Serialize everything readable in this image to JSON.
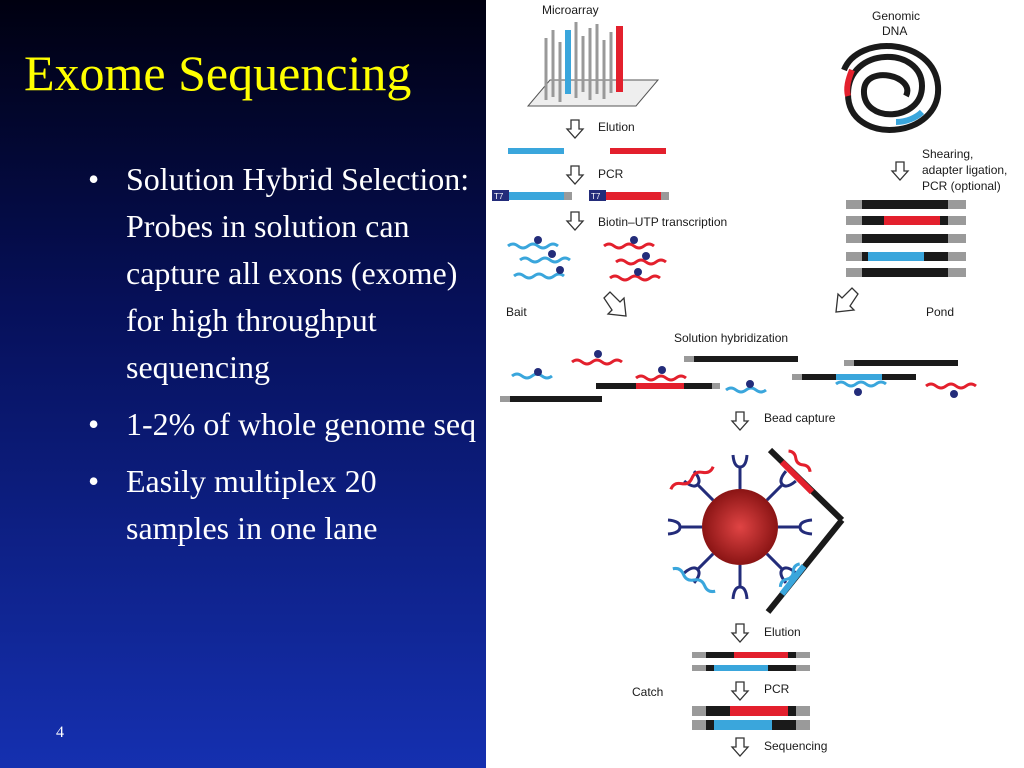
{
  "slide": {
    "title": "Exome Sequencing",
    "page_number": "4",
    "bullets": [
      {
        "text": "Solution Hybrid Selection: Probes in solution can capture all exons (exome) for high throughput sequencing"
      },
      {
        "text": "1-2% of whole genome seq"
      },
      {
        "text": "Easily multiplex 20 samples in one lane"
      }
    ]
  },
  "figure": {
    "labels": {
      "microarray": "Microarray",
      "genomic_dna_1": "Genomic",
      "genomic_dna_2": "DNA",
      "elution": "Elution",
      "pcr": "PCR",
      "t7": "T7",
      "transcription": "Biotin–UTP transcription",
      "shearing_1": "Shearing,",
      "shearing_2": "adapter ligation,",
      "shearing_3": "PCR (optional)",
      "bait": "Bait",
      "pond": "Pond",
      "hybridization": "Solution hybridization",
      "bead_capture": "Bead capture",
      "elution_2": "Elution",
      "catch": "Catch",
      "pcr_2": "PCR",
      "sequencing": "Sequencing"
    },
    "colors": {
      "exon_red": "#e3202d",
      "exon_blue": "#3aa6dc",
      "dna_black": "#1a1a1a",
      "adapter_gray": "#9a9a9a",
      "biotin_navy": "#232c7a",
      "bead_red": "#9b1b1b"
    }
  }
}
